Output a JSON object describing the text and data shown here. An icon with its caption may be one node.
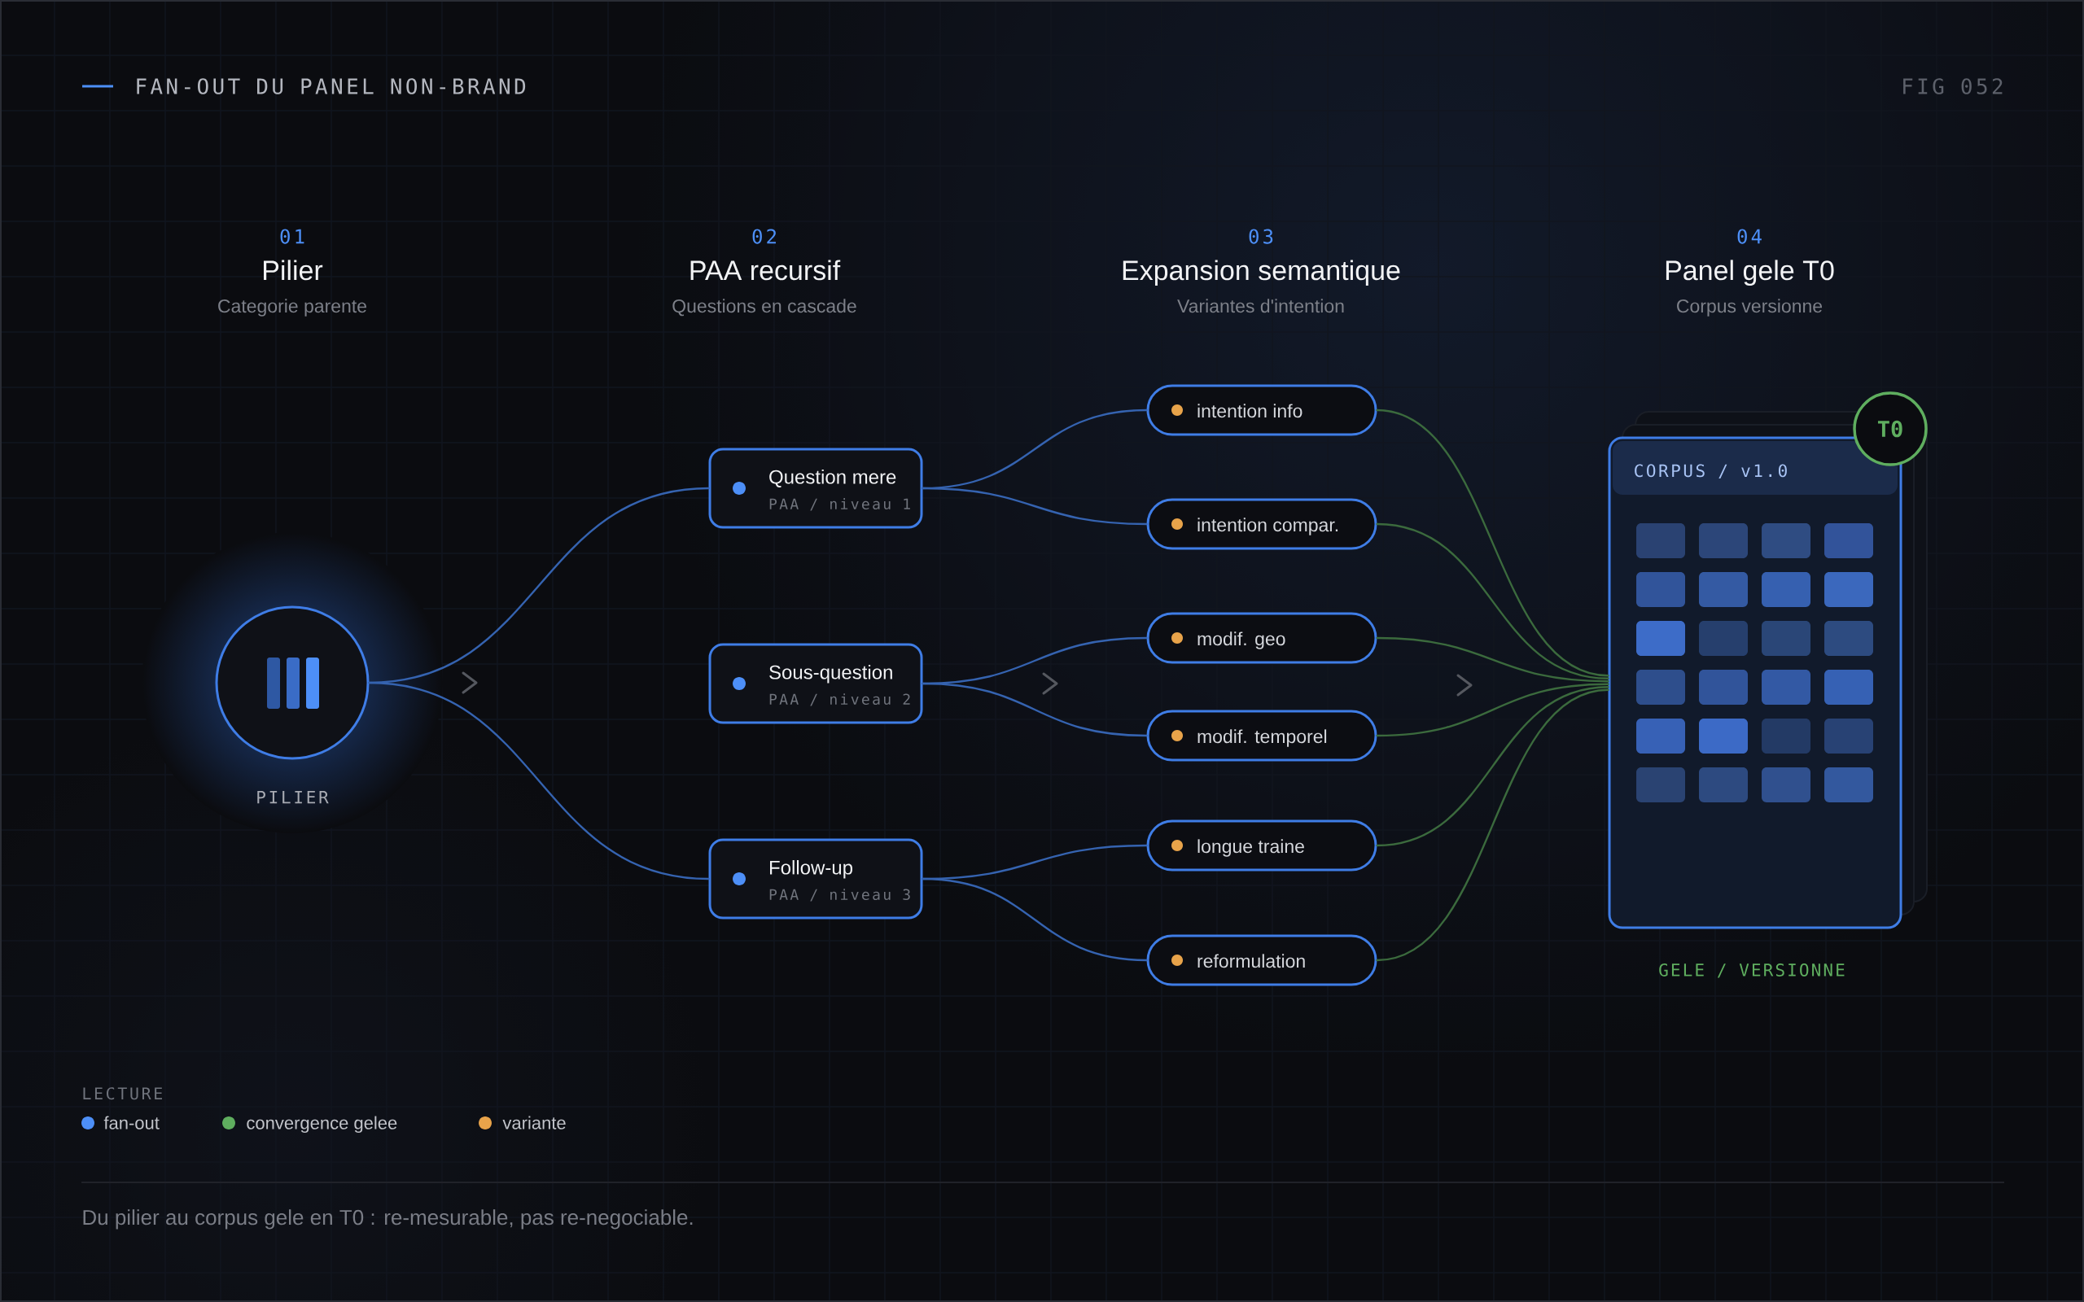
{
  "diagram": {
    "title": "FAN-OUT DU PANEL NON-BRAND",
    "caption": "Du pilier au corpus gele en T0 : re-mesurable, pas re-negociable.",
    "nodes": [
      {
        "text": [],
        "shape": "circle",
        "beside": [
          "PILIER"
        ]
      },
      {
        "text": [
          "Question mere",
          "PAA / niveau 1"
        ]
      },
      {
        "text": [
          "Sous-question",
          "PAA / niveau 2"
        ]
      },
      {
        "text": [
          "Follow-up",
          "PAA / niveau 3"
        ]
      },
      {
        "text": [
          "intention info"
        ]
      },
      {
        "text": [
          "intention compar."
        ]
      },
      {
        "text": [
          "modif. geo"
        ]
      },
      {
        "text": [
          "modif. temporel"
        ]
      },
      {
        "text": [
          "longue traine"
        ]
      },
      {
        "text": [
          "reformulation"
        ]
      },
      {
        "text": [
          "CORPUS / v1.0"
        ],
        "beside": [
          "GELE / VERSIONNE"
        ]
      },
      {
        "text": [
          "T0"
        ]
      }
    ],
    "edges": [
      {
        "from": 0,
        "to": 1,
        "arrow": "none"
      },
      {
        "from": 0,
        "to": 3,
        "arrow": "none"
      },
      {
        "from": 1,
        "to": 4,
        "arrow": "none"
      },
      {
        "from": 1,
        "to": 5,
        "arrow": "none"
      },
      {
        "from": 2,
        "to": 6,
        "arrow": "none"
      },
      {
        "from": 2,
        "to": 7,
        "arrow": "none"
      },
      {
        "from": 3,
        "to": 8,
        "arrow": "none"
      },
      {
        "from": 3,
        "to": 9,
        "arrow": "none"
      },
      {
        "from": 4,
        "to": 10,
        "arrow": "none",
        "color": "#3b6a3d"
      },
      {
        "from": 5,
        "to": 10,
        "arrow": "none",
        "color": "#3b6a3d"
      },
      {
        "from": 6,
        "to": 10,
        "arrow": "none",
        "color": "#3b6a3d"
      },
      {
        "from": 7,
        "to": 10,
        "arrow": "none",
        "color": "#3b6a3d"
      },
      {
        "from": 8,
        "to": 10,
        "arrow": "none",
        "color": "#3b6a3d"
      },
      {
        "from": 9,
        "to": 10,
        "arrow": "none",
        "color": "#3b6a3d"
      }
    ],
    "labels": [
      "FIG 052",
      "01",
      "Pilier",
      "Categorie parente",
      "02",
      "PAA recursif",
      "Questions en cascade",
      "03",
      "Expansion semantique",
      "Variantes d'intention",
      "04",
      "Panel gele T0",
      "Corpus versionne",
      "LECTURE"
    ],
    "legend": [
      {
        "text": "fan-out",
        "color": "#4d8ff7"
      },
      {
        "text": "convergence gelee",
        "color": "#5fae5f"
      },
      {
        "text": "variante",
        "color": "#e8a34a"
      }
    ]
  }
}
